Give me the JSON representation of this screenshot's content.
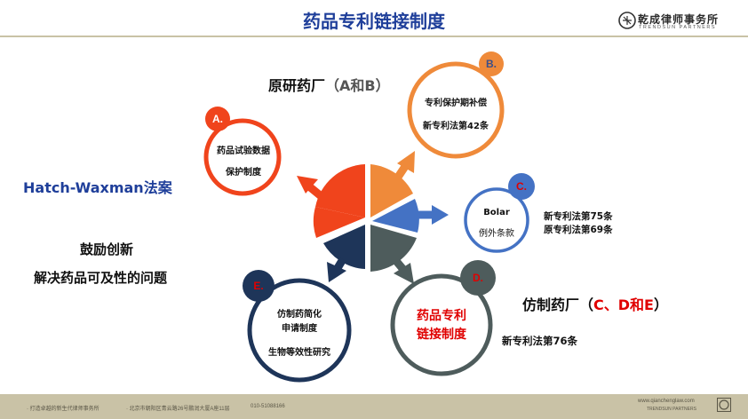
{
  "header": {
    "title": "药品专利链接制度"
  },
  "logo": {
    "name": "乾成律师事务所",
    "english": "TRENDSUN PARTNERS"
  },
  "left": {
    "act": "Hatch-Waxman法案",
    "goal_1": "鼓励创新",
    "goal_2": "解决药品可及性的问题"
  },
  "groups": {
    "originator": {
      "text": "原研药厂",
      "paren": "（A和B）"
    },
    "generic": {
      "text": "仿制药厂",
      "paren_open": "（",
      "letters": "C、D和E",
      "paren_close": "）"
    }
  },
  "nodes": {
    "a": {
      "letter": "A.",
      "line1": "药品试验数据",
      "line2": "保护制度"
    },
    "b": {
      "letter": "B.",
      "line1": "专利保护期补偿",
      "line2": "新专利法第42条"
    },
    "c": {
      "letter": "C.",
      "line1": "Bolar",
      "line2": "例外条款",
      "note1": "新专利法第75条",
      "note2": "原专利法第69条"
    },
    "d": {
      "letter": "D.",
      "line1": "药品专利",
      "line2": "链接制度",
      "note": "新专利法第76条"
    },
    "e": {
      "letter": "E.",
      "line1": "仿制药简化",
      "line2": "申请制度",
      "line3": "生物等效性研究"
    }
  },
  "colors": {
    "a": "#f0441c",
    "b": "#ef8a3a",
    "c": "#4472c4",
    "d": "#4e5c5c",
    "e": "#1e3559",
    "title": "#1f3f9a",
    "accent_red": "#e00000",
    "footer": "#c9c2a6"
  },
  "footer": {
    "slogan": "· 打造卓越的新生代律师事务所",
    "address": "· 北京市朝阳区青云路26号鹏润大厦A座11层",
    "phone": "010-51088166",
    "website": "www.qianchenglaw.com",
    "english": "TRENDSUN PARTNERS"
  }
}
